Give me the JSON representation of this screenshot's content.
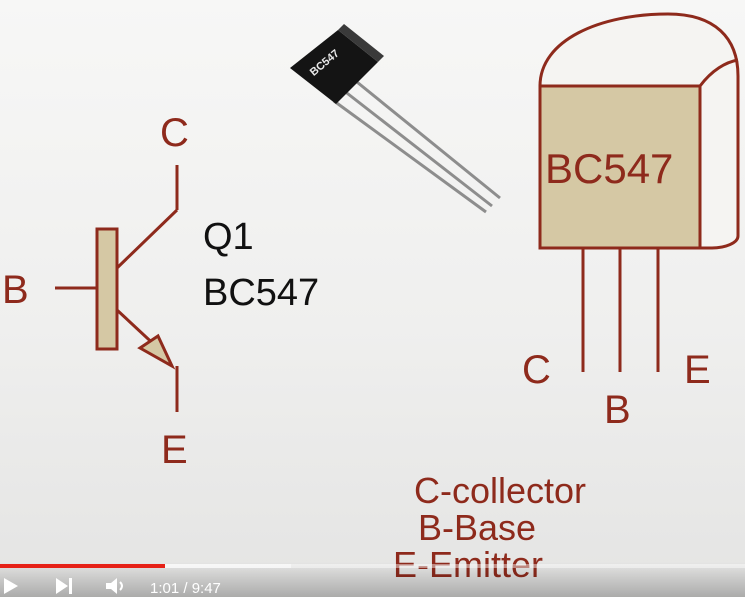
{
  "colors": {
    "accent": "#8e2a1c",
    "body_fill": "#d5c8a4",
    "progress": "#e62117"
  },
  "symbol": {
    "collector_label": "C",
    "base_label": "B",
    "emitter_label": "E",
    "designator": "Q1",
    "part_number": "BC547"
  },
  "package_photo": {
    "marking": "BC547"
  },
  "package_drawing": {
    "marking": "BC547",
    "pin_left": "C",
    "pin_middle": "B",
    "pin_right": "E"
  },
  "legend": {
    "line1": "C-collector",
    "line2": "B-Base",
    "line3": "E-Emitter"
  },
  "player": {
    "time": "1:01 / 9:47",
    "progress_fraction": 0.222,
    "buffered_fraction": 0.39,
    "icons": [
      "play-icon",
      "next-icon",
      "volume-icon"
    ]
  }
}
